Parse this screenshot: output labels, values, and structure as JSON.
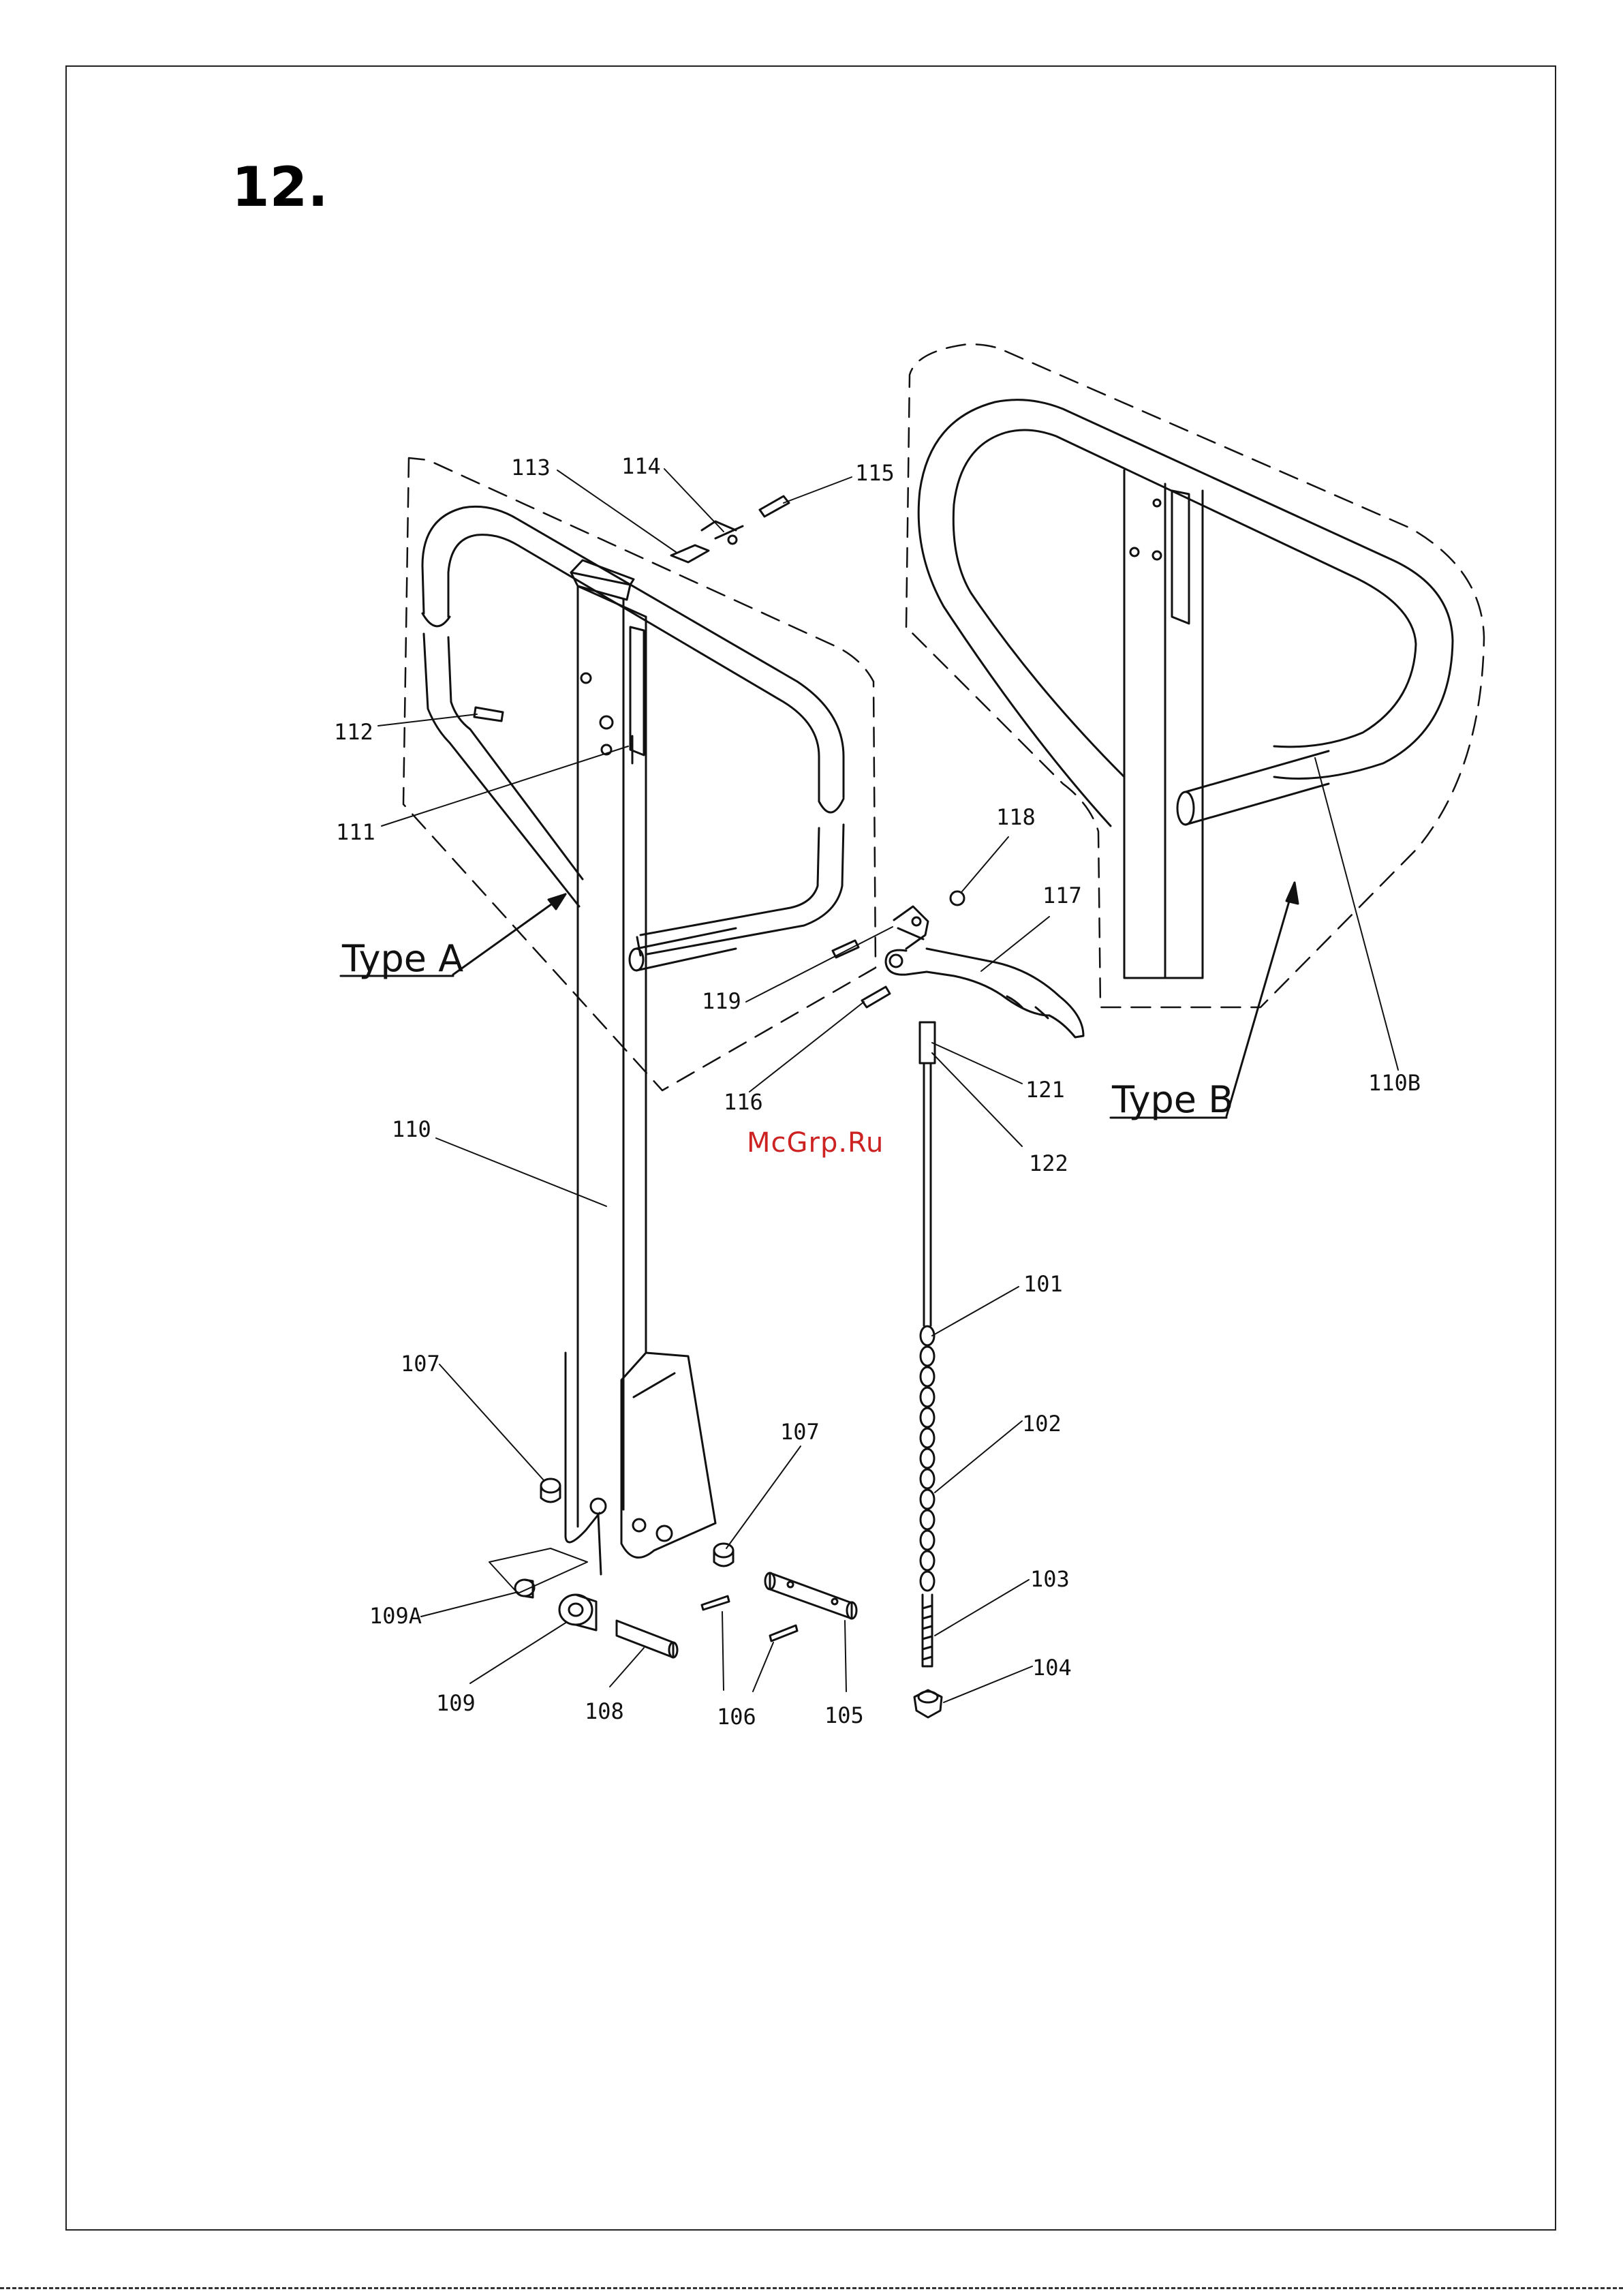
{
  "page": {
    "section_number": "12.",
    "watermark": "McGrp.Ru"
  },
  "variants": {
    "type_a": "Type A",
    "type_b": "Type B"
  },
  "callouts": [
    {
      "id": "c113",
      "label": "113"
    },
    {
      "id": "c114",
      "label": "114"
    },
    {
      "id": "c115",
      "label": "115"
    },
    {
      "id": "c112",
      "label": "112"
    },
    {
      "id": "c111",
      "label": "111"
    },
    {
      "id": "c118",
      "label": "118"
    },
    {
      "id": "c117",
      "label": "117"
    },
    {
      "id": "c119",
      "label": "119"
    },
    {
      "id": "c116",
      "label": "116"
    },
    {
      "id": "c121",
      "label": "121"
    },
    {
      "id": "c122",
      "label": "122"
    },
    {
      "id": "c110",
      "label": "110"
    },
    {
      "id": "c110B",
      "label": "110B"
    },
    {
      "id": "c101",
      "label": "101"
    },
    {
      "id": "c102",
      "label": "102"
    },
    {
      "id": "c103",
      "label": "103"
    },
    {
      "id": "c104",
      "label": "104"
    },
    {
      "id": "c107a",
      "label": "107"
    },
    {
      "id": "c107b",
      "label": "107"
    },
    {
      "id": "c109A",
      "label": "109A"
    },
    {
      "id": "c109",
      "label": "109"
    },
    {
      "id": "c108",
      "label": "108"
    },
    {
      "id": "c106",
      "label": "106"
    },
    {
      "id": "c105",
      "label": "105"
    }
  ]
}
